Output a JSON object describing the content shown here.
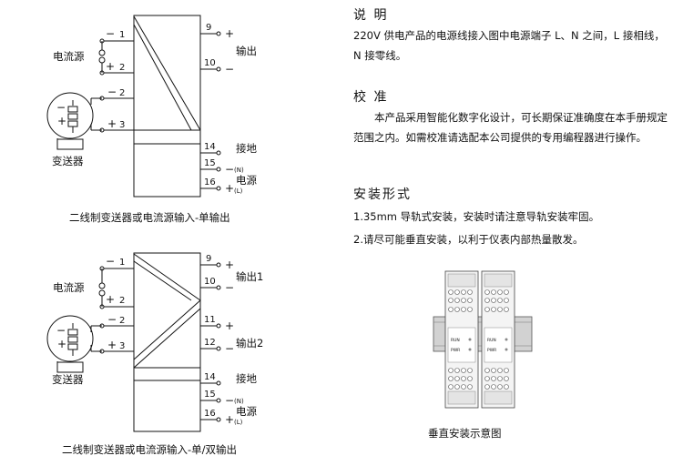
{
  "diagram1": {
    "caption": "二线制变送器或电流源输入-单输出",
    "current_source": "电流源",
    "transmitter": "变送器",
    "output": "输出",
    "ground": "接地",
    "power": "电源",
    "n_label": "(N)",
    "l_label": "(L)",
    "terminals": [
      "1",
      "2",
      "2",
      "3",
      "9",
      "10",
      "14",
      "15",
      "16"
    ]
  },
  "diagram2": {
    "caption": "二线制变送器或电流源输入-单/双输出",
    "current_source": "电流源",
    "transmitter": "变送器",
    "output1": "输出1",
    "output2": "输出2",
    "ground": "接地",
    "power": "电源",
    "n_label": "(N)",
    "l_label": "(L)",
    "terminals": [
      "1",
      "2",
      "2",
      "3",
      "9",
      "10",
      "11",
      "12",
      "14",
      "15",
      "16"
    ]
  },
  "signs": {
    "minus": "−",
    "plus": "+"
  },
  "device": {
    "run_label": "RUN",
    "pwr_label": "PWR",
    "caption": "垂直安装示意图"
  },
  "sections": {
    "note_title": "说 明",
    "note_text": "220V 供电产品的电源线接入图中电源端子 L、N 之间，L 接相线，N 接零线。",
    "calib_title": "校 准",
    "calib_text": "本产品采用智能化数字化设计，可长期保证准确度在本手册规定范围之内。如需校准请选配本公司提供的专用编程器进行操作。",
    "install_title": "安装形式",
    "install_1": "1.35mm 导轨式安装，安装时请注意导轨安装牢固。",
    "install_2": "2.请尽可能垂直安装，以利于仪表内部热量散发。"
  }
}
